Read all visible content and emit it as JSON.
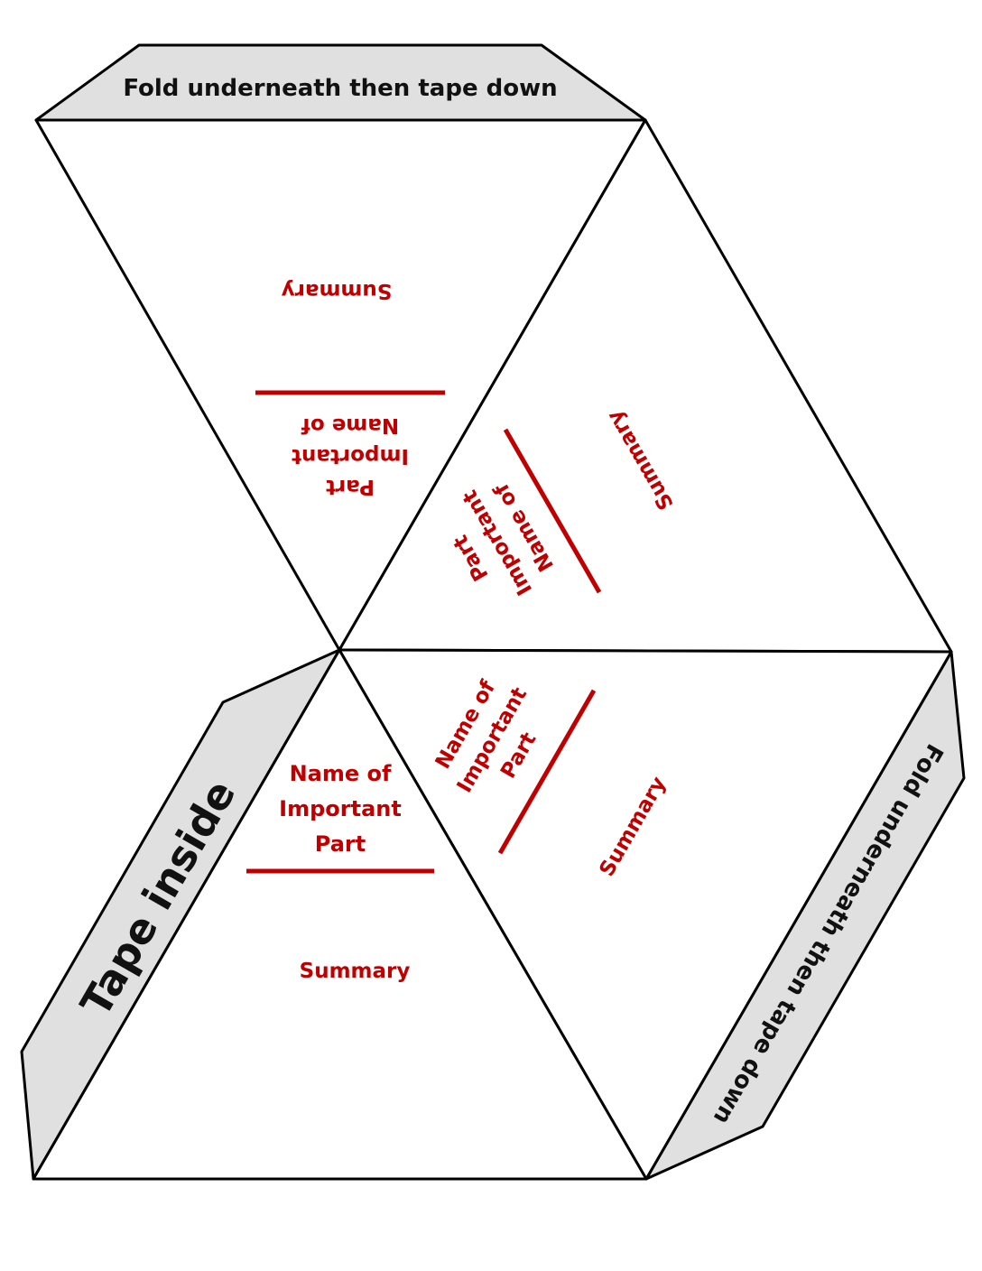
{
  "colors": {
    "accent": "#c00000",
    "tab_fill": "#e0e0e0",
    "outline": "#000000"
  },
  "tabs": {
    "top": "Fold underneath then tape down",
    "right": "Fold underneath then tape down",
    "left": "Tape inside"
  },
  "faces": {
    "top_left": {
      "name_lines": [
        "Name of",
        "Important",
        "Part"
      ],
      "summary": "Summary"
    },
    "middle_right": {
      "name_lines": [
        "Name of",
        "Important",
        "Part"
      ],
      "summary": "Summary"
    },
    "lower_middle": {
      "name_lines": [
        "Name of",
        "Important",
        "Part"
      ],
      "summary": "Summary"
    },
    "bottom_left": {
      "name_lines": [
        "Name of",
        "Important",
        "Part"
      ],
      "summary": "Summary"
    }
  }
}
